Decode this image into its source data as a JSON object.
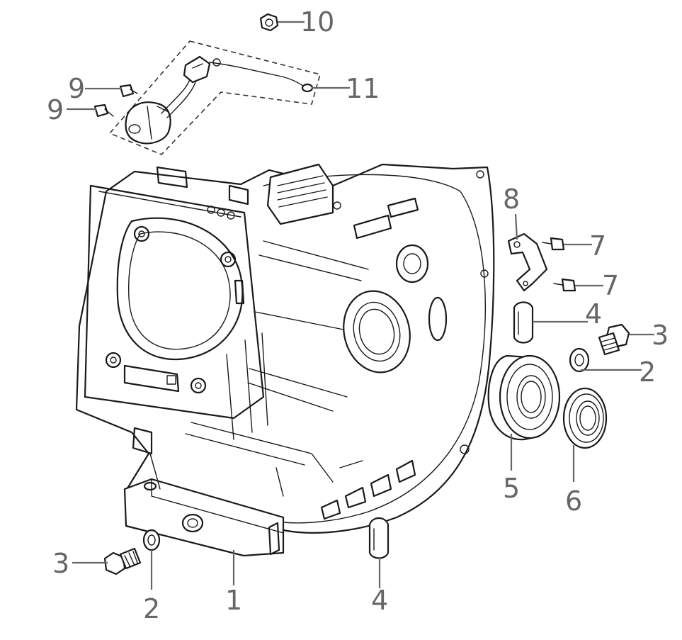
{
  "diagram": {
    "callouts": [
      {
        "id": "c10",
        "text": "10"
      },
      {
        "id": "c11",
        "text": "11"
      },
      {
        "id": "c9a",
        "text": "9"
      },
      {
        "id": "c9b",
        "text": "9"
      },
      {
        "id": "c8",
        "text": "8"
      },
      {
        "id": "c7a",
        "text": "7"
      },
      {
        "id": "c7b",
        "text": "7"
      },
      {
        "id": "c4a",
        "text": "4"
      },
      {
        "id": "c3a",
        "text": "3"
      },
      {
        "id": "c2a",
        "text": "2"
      },
      {
        "id": "c5",
        "text": "5"
      },
      {
        "id": "c6",
        "text": "6"
      },
      {
        "id": "c3b",
        "text": "3"
      },
      {
        "id": "c2b",
        "text": "2"
      },
      {
        "id": "c1",
        "text": "1"
      },
      {
        "id": "c4b",
        "text": "4"
      }
    ],
    "case_stamp": ""
  }
}
